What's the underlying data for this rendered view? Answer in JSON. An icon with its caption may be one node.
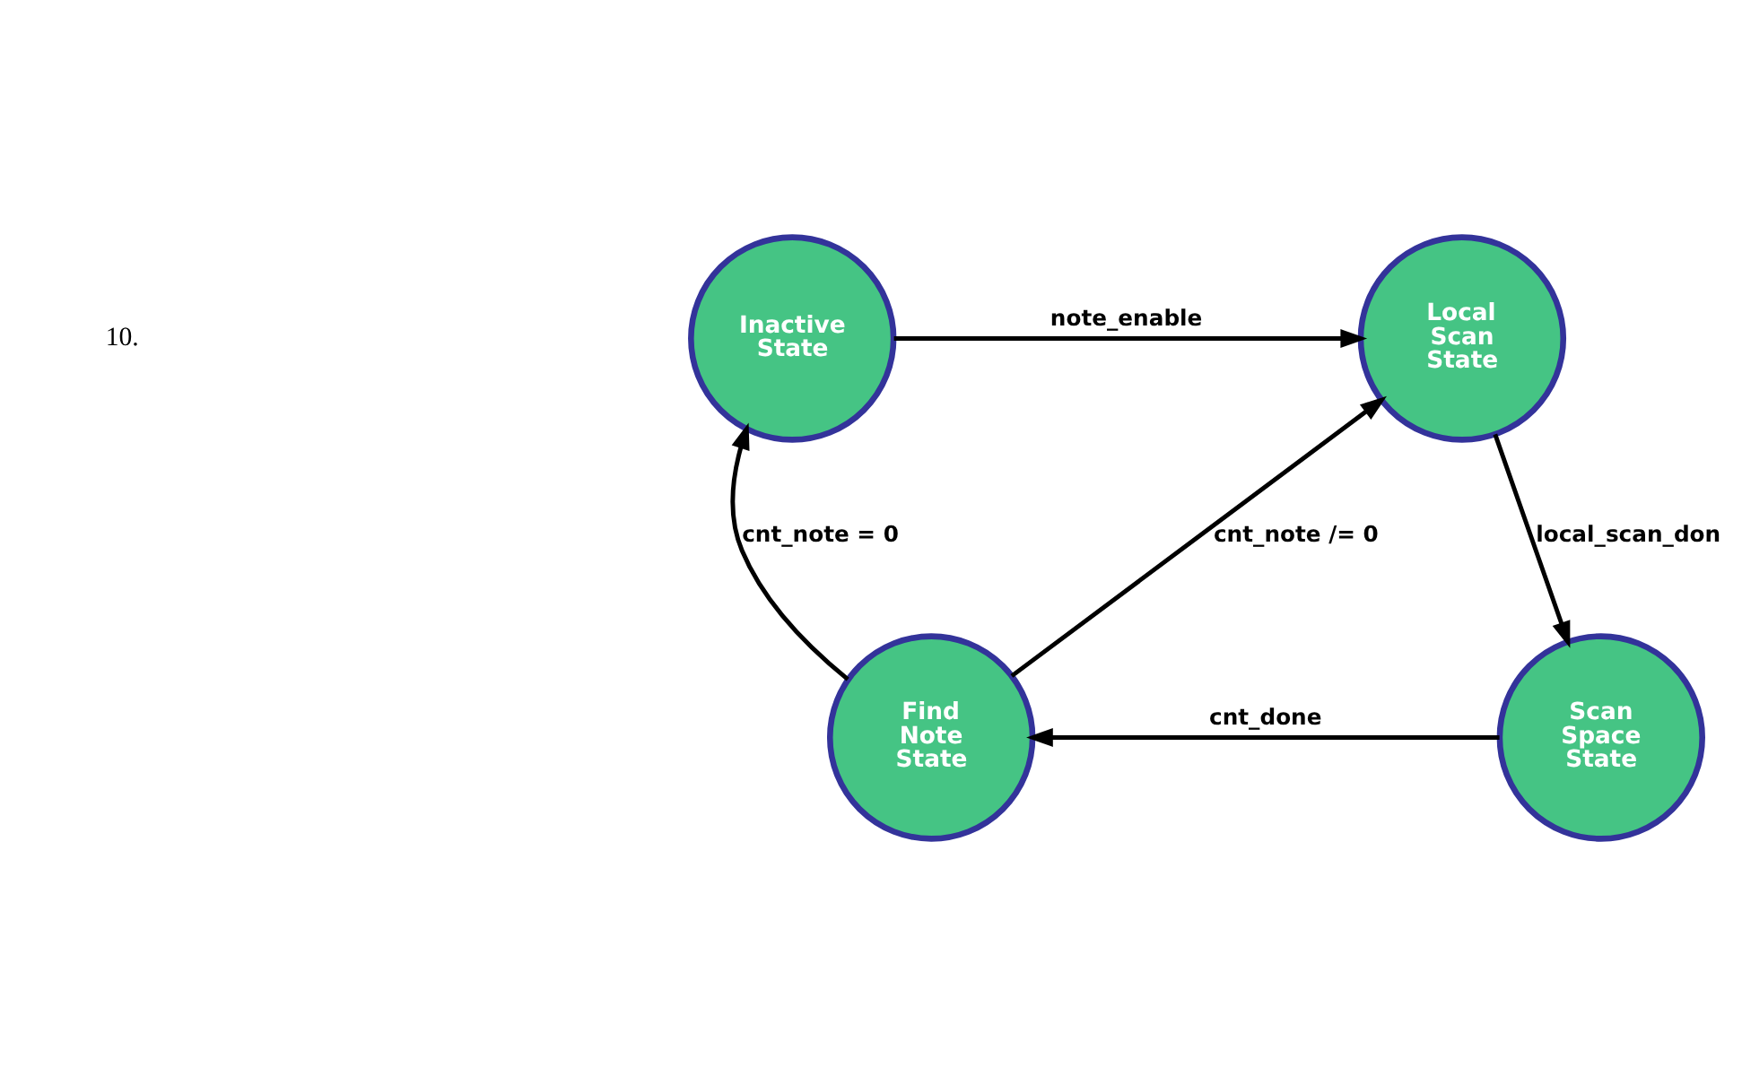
{
  "diagram": {
    "nodes": [
      {
        "text": [
          "Inactive State"
        ]
      },
      {
        "text": [
          "Local Scan State"
        ]
      },
      {
        "text": [
          "Find Note State"
        ]
      },
      {
        "text": [
          "Scan Space State"
        ]
      }
    ],
    "edges": [
      {
        "from": 0,
        "to": 1,
        "arrow": "to",
        "label": "note_enable"
      },
      {
        "from": 1,
        "to": 3,
        "arrow": "to",
        "label": "local_scan_don"
      },
      {
        "from": 3,
        "to": 2,
        "arrow": "to",
        "label": "cnt_done"
      },
      {
        "from": 2,
        "to": 0,
        "arrow": "to",
        "label": "cnt_note = 0"
      },
      {
        "from": 2,
        "to": 1,
        "arrow": "to",
        "label": "cnt_note /= 0"
      }
    ],
    "labels": [
      "10."
    ]
  }
}
